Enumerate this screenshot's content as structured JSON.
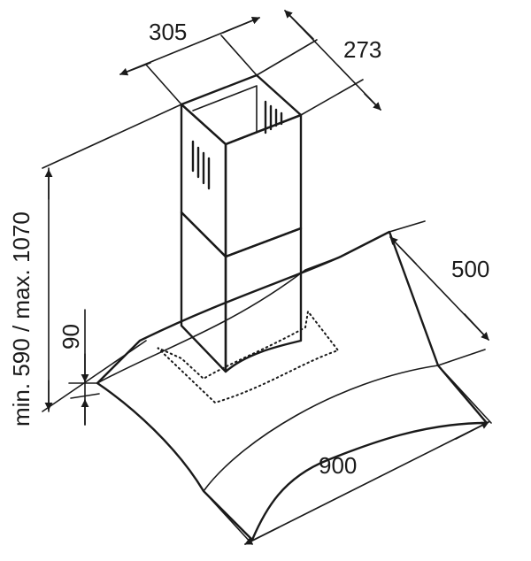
{
  "colors": {
    "glass_fill": "#dff0f5",
    "line": "#1a1a1a",
    "background": "#ffffff"
  },
  "dimensions": {
    "chimney_width": "305",
    "chimney_depth": "273",
    "total_height": "min. 590 / max. 1070",
    "glass_thickness": "90",
    "hood_depth": "500",
    "hood_width": "900"
  }
}
